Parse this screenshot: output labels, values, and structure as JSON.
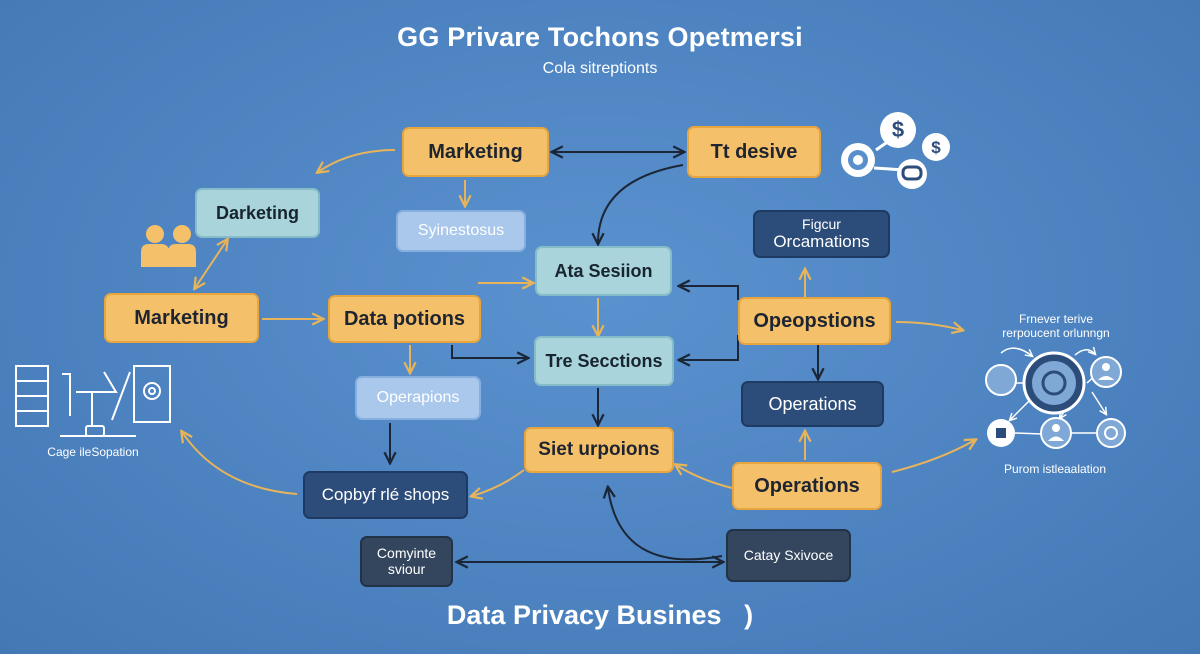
{
  "header": {
    "title": "GG Privare Tochons Opetmersi",
    "subtitle": "Cola sitreptionts"
  },
  "footer": {
    "text": "Data Privacy Busines   )"
  },
  "nodes": {
    "marketing_top": "Marketing",
    "tt_desive": "Tt desive",
    "darketing": "Darketing",
    "syinestosus": "Syinestosus",
    "figur_line1": "Figcur",
    "figur_line2": "Orcamations",
    "ata_session": "Ata Sesiion",
    "marketing_left": "Marketing",
    "data_potions": "Data  potions",
    "opeopstions": "Opeopstions",
    "tre_sections": "Tre Secctions",
    "operapions": "Operapions",
    "operations_dark": "Operations",
    "siet_urpoions": "Siet urpoions",
    "operations_orange": "Operations",
    "copybf": "Copbyf rlé  shops",
    "comyinte_line1": "Comyinte",
    "comyinte_line2": "sviour",
    "catay": "Catay Sxivoce"
  },
  "labels": {
    "cage": "Cage ileSopation",
    "fr_line1": "Frnever terive",
    "fr_line2": "rerpoucent orlunngn",
    "purom": "Purom istleaalation"
  },
  "icons": {
    "dollar_1": "$",
    "dollar_2": "$"
  },
  "colors": {
    "background": "#4f86c2",
    "orange": "#f4c06a",
    "light_teal": "#a9d4dc",
    "dark_navy": "#2c4c7a",
    "arrow_orange": "#e8b45a",
    "arrow_dark": "#1b2636"
  }
}
